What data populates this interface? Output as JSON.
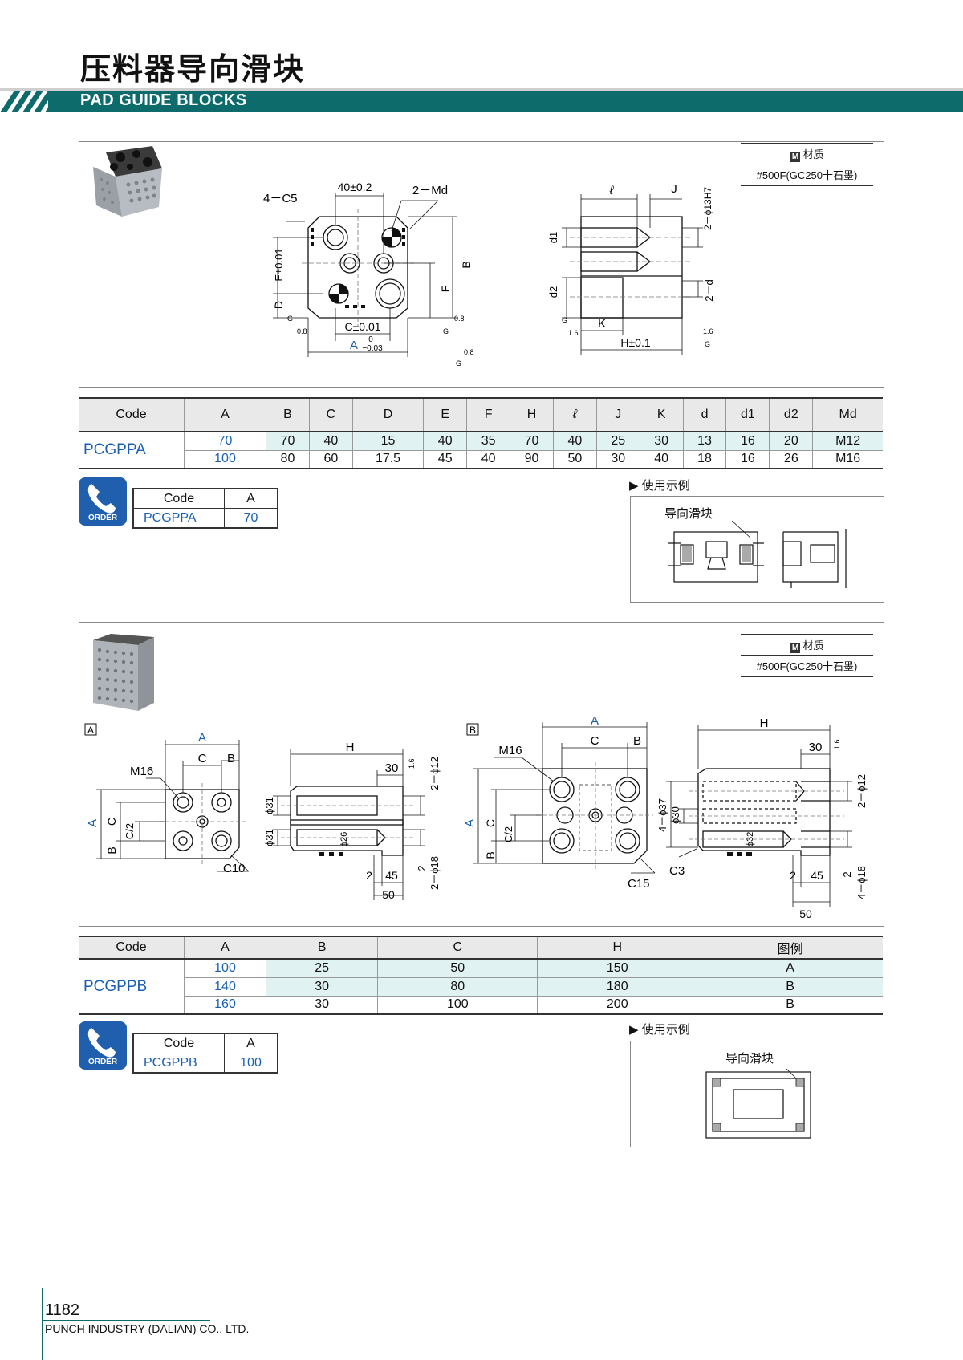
{
  "page": {
    "title_cn": "压料器导向滑块",
    "title_en": "PAD GUIDE BLOCKS",
    "page_number": "1182",
    "company": "PUNCH INDUSTRY (DALIAN) CO., LTD."
  },
  "colors": {
    "teal": "#0d6b6b",
    "highlight": "#e1f2f2",
    "code_blue": "#1a5fb4",
    "order_badge": "#1f5fae"
  },
  "icons": [
    "order-phone-icon",
    "material-m-icon",
    "triangle-arrow-icon"
  ],
  "material": {
    "label": "材质",
    "value": "#500F(GC250十石墨)"
  },
  "section1": {
    "draw": {
      "c5": "4－C5",
      "md": "2－Md",
      "dim40": "40±0.2",
      "e": "E±0.01",
      "d": "D",
      "c": "C±0.01",
      "a": "A",
      "a_tol_top": "0",
      "a_tol_bot": "−0.03",
      "f": "F",
      "b": "B",
      "l": "ℓ",
      "j": "J",
      "d13": "2－ϕ13H7",
      "d1": "d1",
      "d2": "d2",
      "d2d": "2－d",
      "k": "K",
      "h": "H±0.1",
      "g": "G",
      "r08": "0.8",
      "r16": "1.6"
    },
    "table": {
      "headers": [
        "Code",
        "A",
        "B",
        "C",
        "D",
        "E",
        "F",
        "H",
        "ℓ",
        "J",
        "K",
        "d",
        "d1",
        "d2",
        "Md"
      ],
      "code": "PCGPPA",
      "rows": [
        [
          "70",
          "70",
          "40",
          "15",
          "40",
          "35",
          "70",
          "40",
          "25",
          "30",
          "13",
          "16",
          "20",
          "M12"
        ],
        [
          "100",
          "80",
          "60",
          "17.5",
          "45",
          "40",
          "90",
          "50",
          "30",
          "40",
          "18",
          "16",
          "26",
          "M16"
        ]
      ]
    },
    "order": {
      "badge": "ORDER",
      "h_code": "Code",
      "h_a": "A",
      "code": "PCGPPA",
      "a": "70"
    },
    "usage": {
      "title": "使用示例",
      "label": "导向滑块"
    }
  },
  "section2": {
    "draw": {
      "tag_a": "A",
      "tag_b": "B",
      "a": "A",
      "c": "C",
      "b": "B",
      "m16": "M16",
      "c2": "C/2",
      "c10": "C10",
      "c15": "C15",
      "c3": "C3",
      "h": "H",
      "d30": "30",
      "r16": "1.6",
      "d12": "2－ϕ12",
      "d31a": "ϕ31",
      "d31b": "ϕ31",
      "d26": "ϕ26",
      "d18": "2－ϕ18",
      "n2": "2",
      "n45": "45",
      "n50": "50",
      "p30": "ϕ30",
      "p37": "4－ϕ37",
      "p32": "ϕ32",
      "p18": "4－ϕ18"
    },
    "table": {
      "headers": [
        "Code",
        "A",
        "B",
        "C",
        "H",
        "图例"
      ],
      "code": "PCGPPB",
      "rows": [
        [
          "100",
          "25",
          "50",
          "150",
          "A"
        ],
        [
          "140",
          "30",
          "80",
          "180",
          "B"
        ],
        [
          "160",
          "30",
          "100",
          "200",
          "B"
        ]
      ]
    },
    "order": {
      "badge": "ORDER",
      "h_code": "Code",
      "h_a": "A",
      "code": "PCGPPB",
      "a": "100"
    },
    "usage": {
      "title": "使用示例",
      "label": "导向滑块"
    }
  }
}
